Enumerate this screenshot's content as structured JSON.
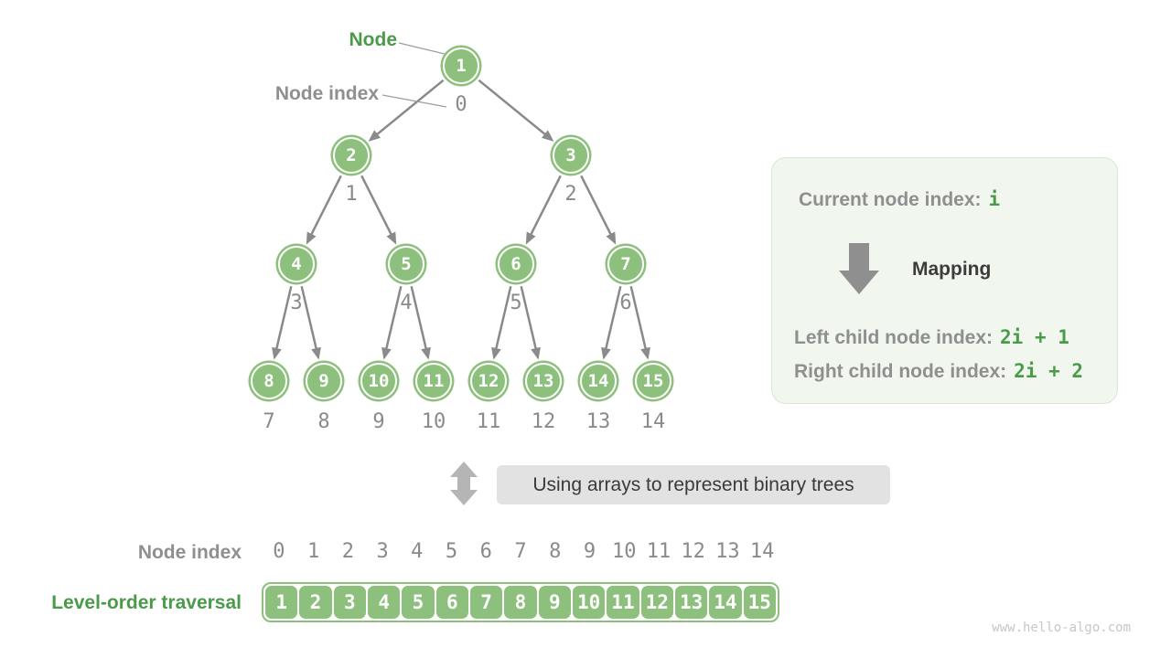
{
  "tree": {
    "node_label": "Node",
    "node_index_label": "Node index",
    "nodes": [
      "1",
      "2",
      "3",
      "4",
      "5",
      "6",
      "7",
      "8",
      "9",
      "10",
      "11",
      "12",
      "13",
      "14",
      "15"
    ],
    "indices": [
      "0",
      "1",
      "2",
      "3",
      "4",
      "5",
      "6",
      "7",
      "8",
      "9",
      "10",
      "11",
      "12",
      "13",
      "14"
    ]
  },
  "panel": {
    "current_prefix": "Current node index:",
    "current_value": "i",
    "mapping_label": "Mapping",
    "left_prefix": "Left child node index:",
    "left_value": "2i + 1",
    "right_prefix": "Right child node index:",
    "right_value": "2i + 2"
  },
  "caption": "Using arrays to represent binary trees",
  "bottom": {
    "index_label": "Node index",
    "traversal_label": "Level-order traversal",
    "indices": [
      "0",
      "1",
      "2",
      "3",
      "4",
      "5",
      "6",
      "7",
      "8",
      "9",
      "10",
      "11",
      "12",
      "13",
      "14"
    ],
    "values": [
      "1",
      "2",
      "3",
      "4",
      "5",
      "6",
      "7",
      "8",
      "9",
      "10",
      "11",
      "12",
      "13",
      "14",
      "15"
    ]
  },
  "watermark": "www.hello-algo.com",
  "colors": {
    "node_green": "#8cc07c",
    "label_green": "#4a9b49",
    "gray_text": "#8f8f8f",
    "edge_gray": "#8a8a8a",
    "dark_text": "#3c3c3c",
    "panel_bg": "#f1f6ee",
    "panel_border": "#dae7d5",
    "caption_bg": "#e2e2e2",
    "updown_gray": "#b5b5b5",
    "watermark_gray": "#c6c6c6"
  }
}
